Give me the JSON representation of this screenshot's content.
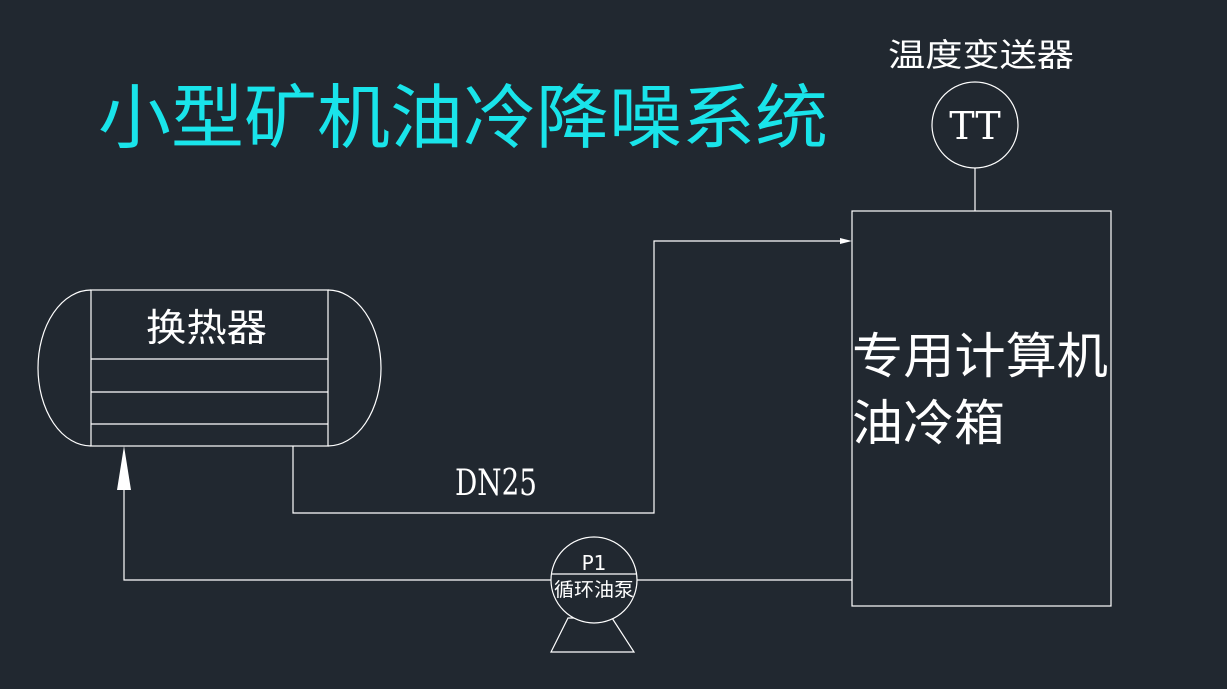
{
  "title": "小型矿机油冷降噪系统",
  "transmitter": {
    "label": "温度变送器",
    "tag": "TT"
  },
  "heat_exchanger": {
    "label": "换热器"
  },
  "oil_tank": {
    "line1": "专用计算机",
    "line2": "油冷箱"
  },
  "pipe": {
    "size_label": "DN25"
  },
  "pump": {
    "tag": "P1",
    "label": "循环油泵"
  },
  "colors": {
    "background": "#212830",
    "title": "#19e4ea",
    "lines": "#ffffff"
  }
}
